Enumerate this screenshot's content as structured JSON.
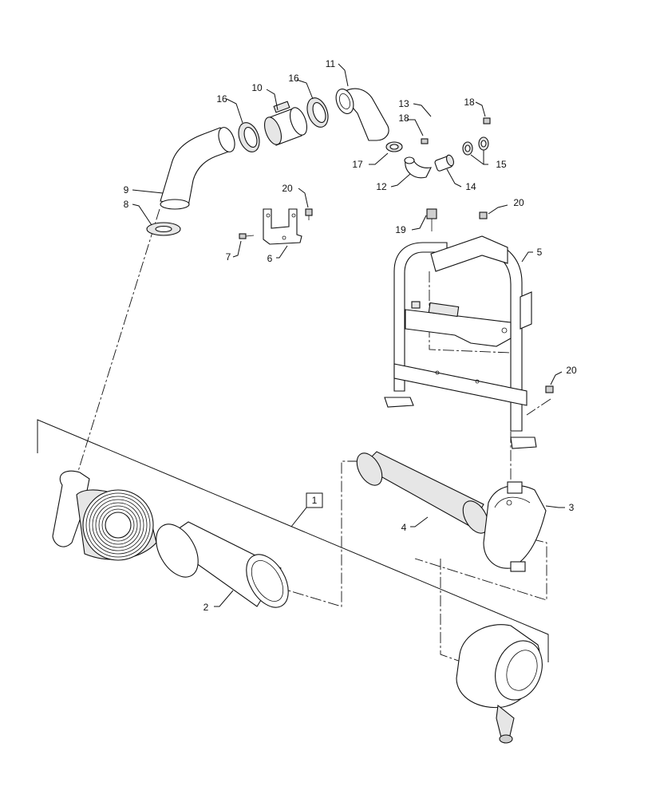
{
  "diagram": {
    "callouts": [
      {
        "id": "c1",
        "label": "1"
      },
      {
        "id": "c2",
        "label": "2"
      },
      {
        "id": "c3",
        "label": "3"
      },
      {
        "id": "c4",
        "label": "4"
      },
      {
        "id": "c5",
        "label": "5"
      },
      {
        "id": "c6",
        "label": "6"
      },
      {
        "id": "c7",
        "label": "7"
      },
      {
        "id": "c8",
        "label": "8"
      },
      {
        "id": "c9",
        "label": "9"
      },
      {
        "id": "c10",
        "label": "10"
      },
      {
        "id": "c11",
        "label": "11"
      },
      {
        "id": "c12",
        "label": "12"
      },
      {
        "id": "c13",
        "label": "13"
      },
      {
        "id": "c14",
        "label": "14"
      },
      {
        "id": "c15",
        "label": "15"
      },
      {
        "id": "c16a",
        "label": "16"
      },
      {
        "id": "c16b",
        "label": "16"
      },
      {
        "id": "c17",
        "label": "17"
      },
      {
        "id": "c18a",
        "label": "18"
      },
      {
        "id": "c18b",
        "label": "18"
      },
      {
        "id": "c19",
        "label": "19"
      },
      {
        "id": "c20a",
        "label": "20"
      },
      {
        "id": "c20b",
        "label": "20"
      },
      {
        "id": "c20c",
        "label": "20"
      }
    ]
  }
}
